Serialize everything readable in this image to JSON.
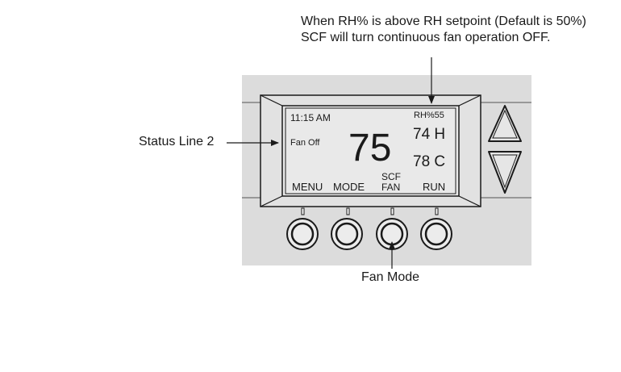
{
  "callouts": {
    "rh_note_line1": "When RH% is above RH setpoint (Default is 50%)",
    "rh_note_line2": "SCF will turn continuous fan operation OFF.",
    "status_line": "Status Line 2",
    "fan_mode": "Fan Mode"
  },
  "display": {
    "time": "11:15 AM",
    "rh_reading": "RH%55",
    "status": "Fan Off",
    "current_temp": "75",
    "heat_setpoint": "74 H",
    "cool_setpoint": "78 C"
  },
  "soft_keys": {
    "menu": "MENU",
    "mode": "MODE",
    "fan_line1": "SCF",
    "fan_line2": "FAN",
    "run": "RUN"
  },
  "colors": {
    "panel": "#dcdcdc",
    "screen": "#e6e6e6",
    "line": "#1a1a1a"
  }
}
